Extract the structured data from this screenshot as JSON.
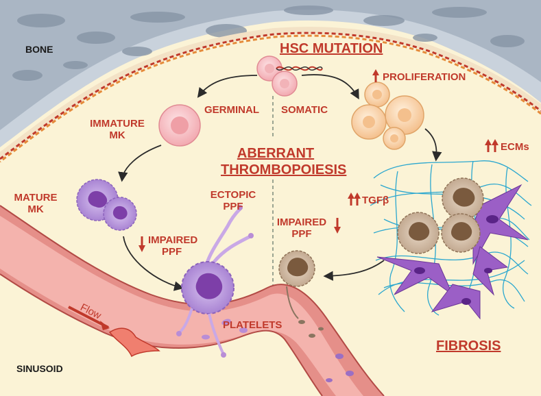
{
  "labels": {
    "bone": "BONE",
    "sinusoid": "SINUSOID",
    "hsc_mutation": "HSC MUTATION",
    "germinal": "GERMINAL",
    "somatic": "SOMATIC",
    "proliferation": "PROLIFERATION",
    "immature_mk_1": "IMMATURE",
    "immature_mk_2": "MK",
    "mature_mk_1": "MATURE",
    "mature_mk_2": "MK",
    "aberrant_1": "ABERRANT",
    "aberrant_2": "THROMBOPOIESIS",
    "ectopic_ppf_1": "ECTOPIC",
    "ectopic_ppf_2": "PPF",
    "impaired_ppf_left_1": "IMPAIRED",
    "impaired_ppf_left_2": "PPF",
    "impaired_ppf_right_1": "IMPAIRED",
    "impaired_ppf_right_2": "PPF",
    "ecms": "ECMs",
    "tgfb": "TGFβ",
    "platelets": "PLATELETS",
    "flow": "Flow",
    "fibrosis": "FIBROSIS"
  },
  "colors": {
    "label_red": "#c0392b",
    "background_marrow": "#fbf3d6",
    "bone": "#c5ced9",
    "vessel": "#e98f88",
    "megakaryocyte": "#b28ad8",
    "fibroblast": "#9b5fc6",
    "reticulin": "#2aa7cf"
  }
}
